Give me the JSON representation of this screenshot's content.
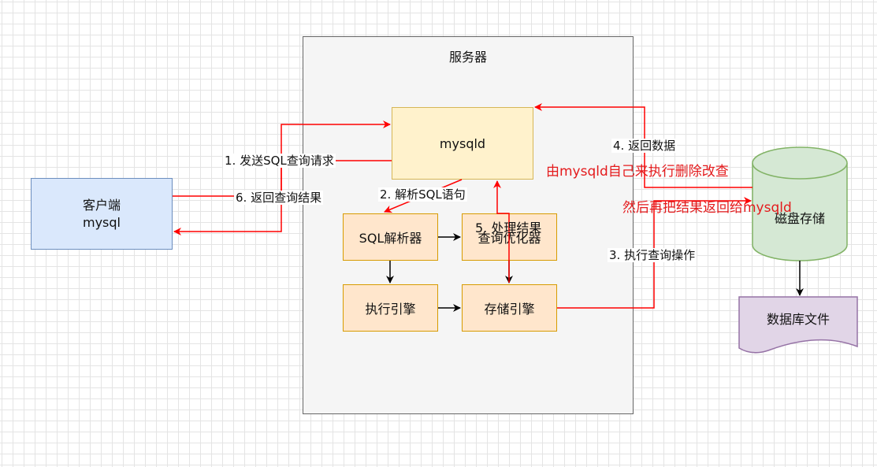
{
  "server": {
    "title": "服务器"
  },
  "client": {
    "line1": "客户端",
    "line2": "mysql"
  },
  "mysqld": {
    "label": "mysqld"
  },
  "modules": {
    "sql_parser": "SQL解析器",
    "optimizer": "查询优化器",
    "executor": "执行引擎",
    "storage_engine": "存储引擎"
  },
  "disk": {
    "label": "磁盘存储"
  },
  "db_file": {
    "label": "数据库文件"
  },
  "steps": {
    "step1": "1. 发送SQL查询请求",
    "step2": "2. 解析SQL语句",
    "step3": "3. 执行查询操作",
    "step4": "4. 返回数据",
    "step5": "5. 处理结果",
    "step6": "6. 返回查询结果"
  },
  "notes": {
    "line1": "由mysqld自己来执行删除改查",
    "line2": "然后再把结果返回给mysqld"
  },
  "colors": {
    "arrow_red": "#ff0000",
    "arrow_black": "#000000",
    "note_red": "#e41a1c",
    "client_fill": "#dae8fc",
    "mysqld_fill": "#fff2cc",
    "module_fill": "#ffe6cc",
    "disk_fill": "#d5e8d4",
    "file_fill": "#e1d5e7"
  }
}
